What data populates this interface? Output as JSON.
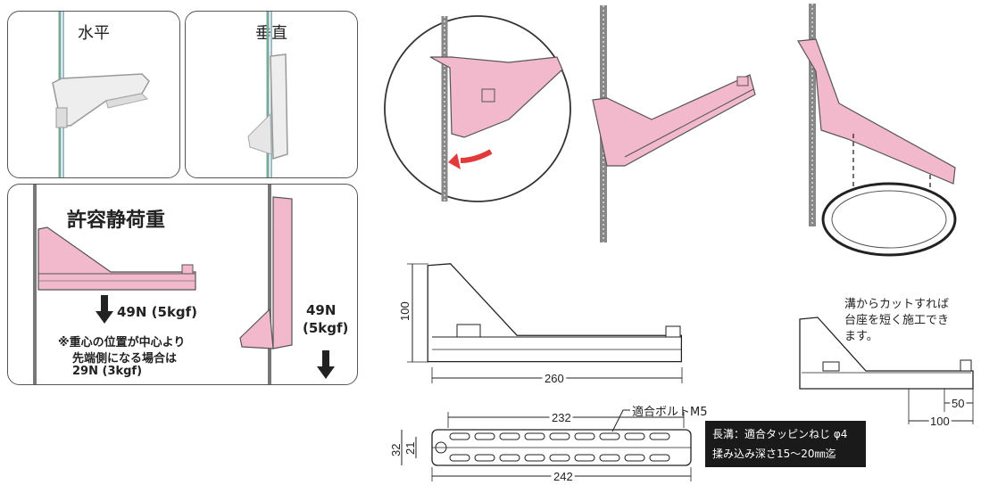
{
  "panels": {
    "horizontal_label": "水平",
    "vertical_label": "垂直",
    "load_title": "許容静荷重",
    "load_horizontal": "49N (5kgf)",
    "note_line1": "※重心の位置が中心より",
    "note_line2": "先端側になる場合は",
    "note_line3": "29N (3kgf)",
    "load_vertical_n": "49N",
    "load_vertical_kgf": "(5kgf)"
  },
  "dimensions": {
    "height_100": "100",
    "width_260": "260",
    "slot_232": "232",
    "bolt_label": "適合ボルトM5",
    "dim_32": "32",
    "dim_21": "21",
    "width_242": "242",
    "cut_50": "50",
    "cut_100": "100"
  },
  "slot_note": {
    "line1": "長溝：適合タッピンねじ φ4",
    "line2": "揉み込み深さ15～20㎜迄"
  },
  "cut_note": {
    "line1": "溝からカットすれば",
    "line2": "台座を短く施工でき",
    "line3": "ます。"
  },
  "colors": {
    "bracket_pink": "#f2b8cc",
    "arrow_red": "#e23a3a",
    "panel_border": "#555555"
  }
}
